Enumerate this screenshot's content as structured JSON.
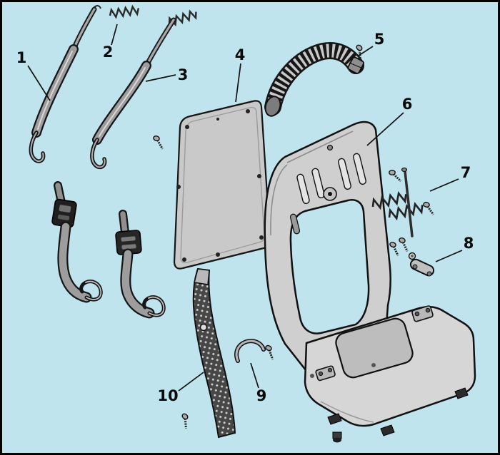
{
  "diagram": {
    "kind": "exploded-parts-diagram",
    "background_color": "#bfe4ee",
    "outline_color": "#111111",
    "metal_color": "#9d9d9d",
    "panel_color": "#c9c9c9",
    "frame_color": "#cfcfcf",
    "base_color": "#d6d6d6",
    "labels": [
      {
        "text": "1"
      },
      {
        "text": "2"
      },
      {
        "text": "3"
      },
      {
        "text": "4"
      },
      {
        "text": "5"
      },
      {
        "text": "6"
      },
      {
        "text": "7"
      },
      {
        "text": "8"
      },
      {
        "text": "9"
      },
      {
        "text": "10"
      }
    ]
  }
}
